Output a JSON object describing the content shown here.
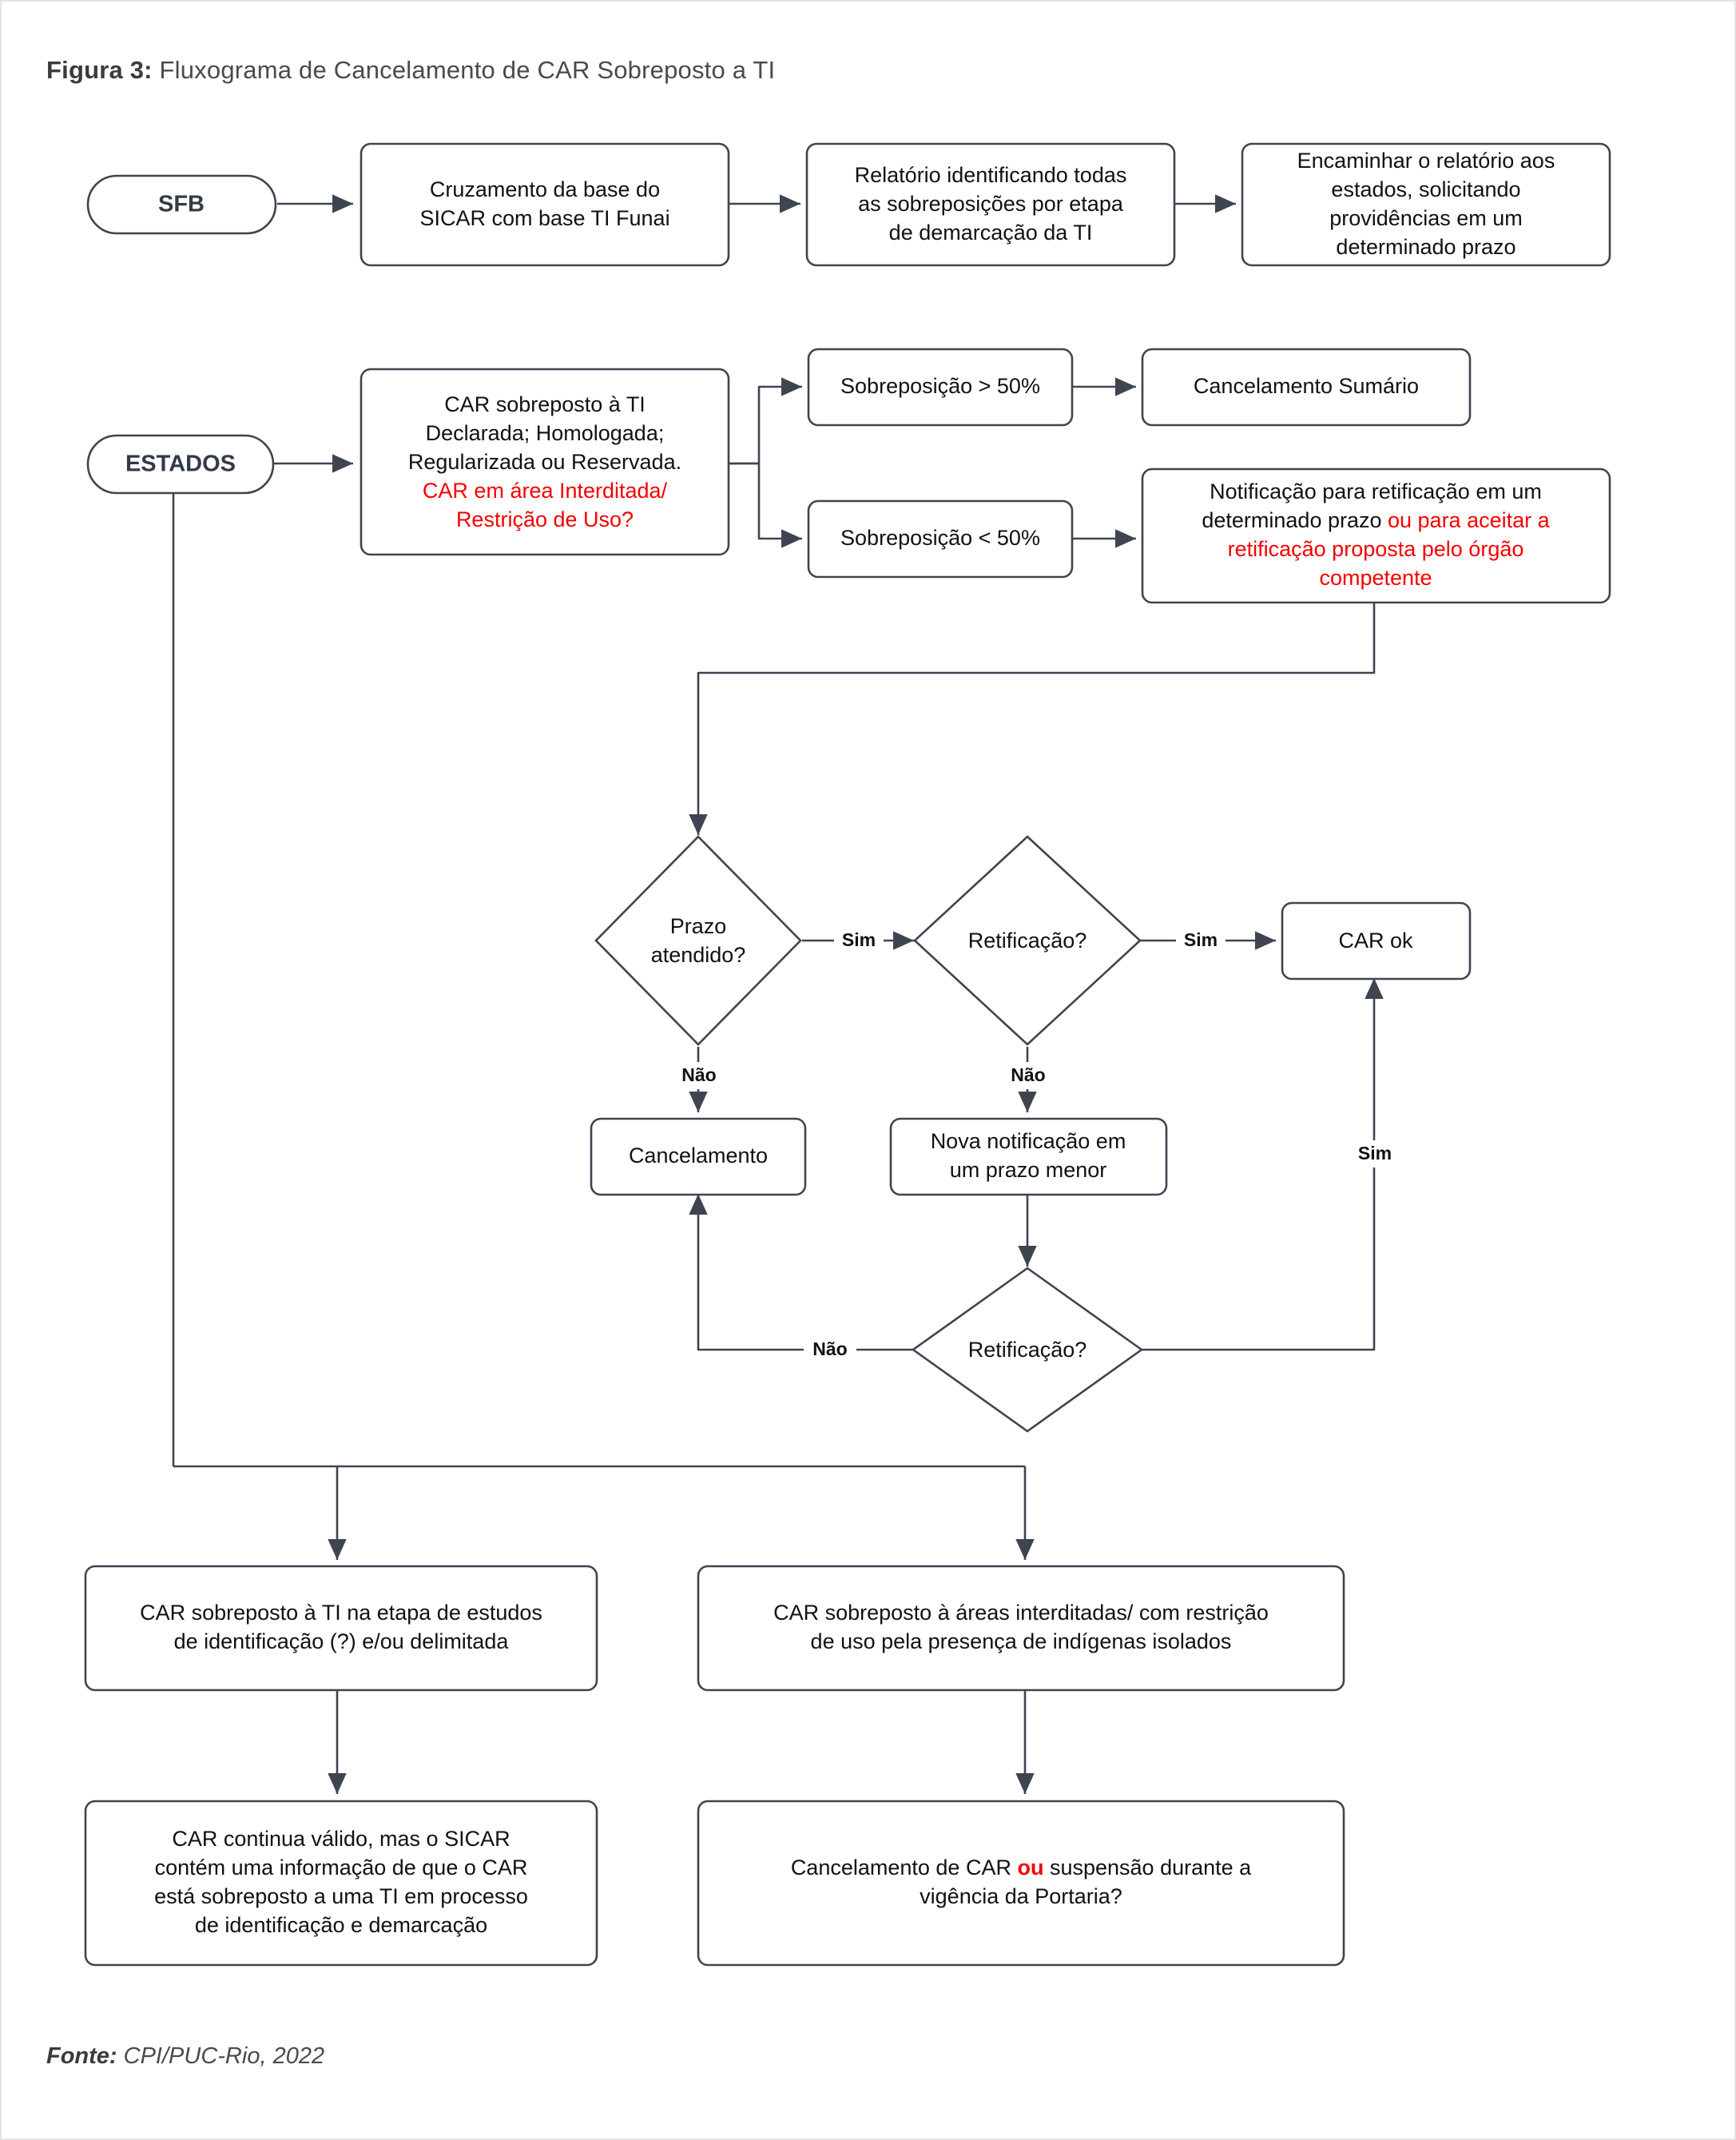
{
  "figure": {
    "label": "Figura 3:",
    "title": " Fluxograma de Cancelamento de CAR Sobreposto a TI",
    "source_label": "Fonte:",
    "source_text": " CPI/PUC-Rio, 2022"
  },
  "colors": {
    "stroke": "#3f4451",
    "text": "#111111",
    "accent_red": "#f40000",
    "title_gray": "#4a4a4a",
    "frame": "#e3e3e3"
  },
  "chart_data": {
    "type": "diagram",
    "subtype": "flowchart",
    "title": "Fluxograma de Cancelamento de CAR Sobreposto a TI",
    "nodes": [
      {
        "id": "sfb",
        "shape": "terminator",
        "text": "SFB"
      },
      {
        "id": "cruzamento",
        "shape": "process",
        "text": "Cruzamento da base do SICAR com base TI Funai"
      },
      {
        "id": "relatorio",
        "shape": "process",
        "text": "Relatório identificando todas as sobreposições por etapa de demarcação da TI"
      },
      {
        "id": "encaminhar",
        "shape": "process",
        "text": "Encaminhar o relatório aos estados, solicitando providências em um determinado prazo"
      },
      {
        "id": "estados",
        "shape": "terminator",
        "text": "ESTADOS"
      },
      {
        "id": "car_sobreposto",
        "shape": "process",
        "text": "CAR sobreposto à TI Declarada; Homologada; Regularizada ou Reservada. CAR em área Interditada/ Restrição de Uso?"
      },
      {
        "id": "sobre_maior",
        "shape": "process",
        "text": "Sobreposição > 50%"
      },
      {
        "id": "cancel_sumario",
        "shape": "process",
        "text": "Cancelamento Sumário"
      },
      {
        "id": "sobre_menor",
        "shape": "process",
        "text": "Sobreposição < 50%"
      },
      {
        "id": "notificacao",
        "shape": "process",
        "text": "Notificação para retificação em um determinado prazo ou para aceitar a retificação proposta pelo órgão competente"
      },
      {
        "id": "prazo",
        "shape": "decision",
        "text": "Prazo atendido?"
      },
      {
        "id": "retificacao1",
        "shape": "decision",
        "text": "Retificação?"
      },
      {
        "id": "car_ok",
        "shape": "process",
        "text": "CAR ok"
      },
      {
        "id": "cancelamento",
        "shape": "process",
        "text": "Cancelamento"
      },
      {
        "id": "nova_notif",
        "shape": "process",
        "text": "Nova notificação em um prazo menor"
      },
      {
        "id": "retificacao2",
        "shape": "decision",
        "text": "Retificação?"
      },
      {
        "id": "car_estudos",
        "shape": "process",
        "text": "CAR sobreposto à TI na etapa de estudos de identificação (?) e/ou delimitada"
      },
      {
        "id": "car_interditadas",
        "shape": "process",
        "text": "CAR sobreposto à áreas interditadas/ com restrição de uso pela presença de indígenas isolados"
      },
      {
        "id": "car_valido",
        "shape": "process",
        "text": "CAR continua válido, mas o SICAR contém uma informação de que o CAR está sobreposto a uma TI em processo de identificação e demarcação"
      },
      {
        "id": "cancel_suspensao",
        "shape": "process",
        "text": "Cancelamento de CAR ou suspensão durante a vigência da Portaria?"
      }
    ],
    "edges": [
      {
        "from": "sfb",
        "to": "cruzamento",
        "label": ""
      },
      {
        "from": "cruzamento",
        "to": "relatorio",
        "label": ""
      },
      {
        "from": "relatorio",
        "to": "encaminhar",
        "label": ""
      },
      {
        "from": "estados",
        "to": "car_sobreposto",
        "label": ""
      },
      {
        "from": "car_sobreposto",
        "to": "sobre_maior",
        "label": ""
      },
      {
        "from": "car_sobreposto",
        "to": "sobre_menor",
        "label": ""
      },
      {
        "from": "sobre_maior",
        "to": "cancel_sumario",
        "label": ""
      },
      {
        "from": "sobre_menor",
        "to": "notificacao",
        "label": ""
      },
      {
        "from": "notificacao",
        "to": "prazo",
        "label": ""
      },
      {
        "from": "prazo",
        "to": "retificacao1",
        "label": "Sim"
      },
      {
        "from": "prazo",
        "to": "cancelamento",
        "label": "Não"
      },
      {
        "from": "retificacao1",
        "to": "car_ok",
        "label": "Sim"
      },
      {
        "from": "retificacao1",
        "to": "nova_notif",
        "label": "Não"
      },
      {
        "from": "nova_notif",
        "to": "retificacao2",
        "label": ""
      },
      {
        "from": "retificacao2",
        "to": "cancelamento",
        "label": "Não"
      },
      {
        "from": "retificacao2",
        "to": "car_ok",
        "label": "Sim"
      },
      {
        "from": "estados",
        "to": "car_estudos",
        "label": ""
      },
      {
        "from": "estados",
        "to": "car_interditadas",
        "label": ""
      },
      {
        "from": "car_estudos",
        "to": "car_valido",
        "label": ""
      },
      {
        "from": "car_interditadas",
        "to": "cancel_suspensao",
        "label": ""
      }
    ]
  },
  "nodes": {
    "sfb": {
      "text": "SFB"
    },
    "estados": {
      "text": "ESTADOS"
    },
    "cruzamento": {
      "l1": "Cruzamento da base do",
      "l2": "SICAR com base TI Funai"
    },
    "relatorio": {
      "l1": "Relatório identificando todas",
      "l2": "as sobreposições por etapa",
      "l3": "de demarcação da TI"
    },
    "encaminhar": {
      "l1": "Encaminhar o relatório aos",
      "l2": "estados, solicitando",
      "l3": "providências em um",
      "l4": "determinado prazo"
    },
    "car_sobreposto": {
      "l1": "CAR sobreposto à TI",
      "l2": "Declarada; Homologada;",
      "l3": "Regularizada ou Reservada.",
      "l4": "CAR em área Interditada/",
      "l5": "Restrição de Uso?"
    },
    "sobre_maior": {
      "text": "Sobreposição > 50%"
    },
    "cancel_sumario": {
      "text": "Cancelamento Sumário"
    },
    "sobre_menor": {
      "text": "Sobreposição < 50%"
    },
    "notificacao": {
      "l1a": "Notificação para retificação em um",
      "l2a": "determinado prazo ",
      "l2b": "ou para aceitar a",
      "l3b": "retificação proposta pelo órgão",
      "l4b": "competente"
    },
    "prazo": {
      "l1": "Prazo",
      "l2": "atendido?"
    },
    "retificacao1": {
      "text": "Retificação?"
    },
    "car_ok": {
      "text": "CAR ok"
    },
    "cancelamento": {
      "text": "Cancelamento"
    },
    "nova_notif": {
      "l1": "Nova notificação em",
      "l2": "um prazo menor"
    },
    "retificacao2": {
      "text": "Retificação?"
    },
    "car_estudos": {
      "l1": "CAR sobreposto à TI na etapa de estudos",
      "l2": "de identificação (?) e/ou delimitada"
    },
    "car_interditadas": {
      "l1": "CAR sobreposto à áreas interditadas/ com restrição",
      "l2": "de uso pela presença de indígenas isolados"
    },
    "car_valido": {
      "l1": "CAR continua válido, mas o SICAR",
      "l2": "contém uma informação de que o CAR",
      "l3": "está sobreposto a uma TI em processo",
      "l4": "de identificação e demarcação"
    },
    "cancel_suspensao": {
      "l1a": "Cancelamento de CAR ",
      "l1b": "ou",
      "l1c": " suspensão durante a",
      "l2": "vigência da Portaria?"
    }
  },
  "edge_labels": {
    "sim1": "Sim",
    "sim2": "Sim",
    "sim3": "Sim",
    "nao1": "Não",
    "nao2": "Não",
    "nao3": "Não"
  }
}
